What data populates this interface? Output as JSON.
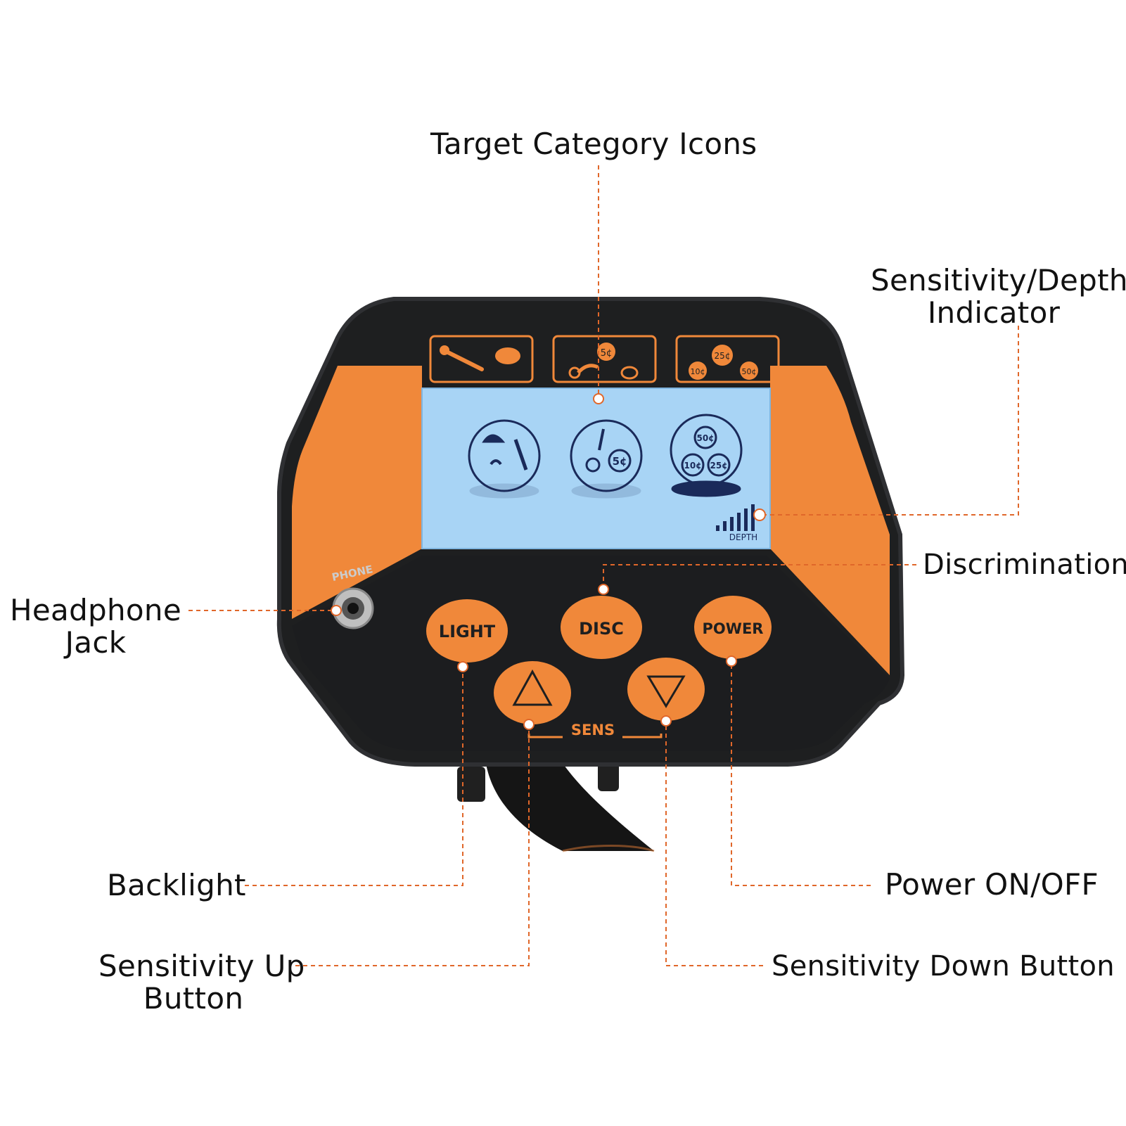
{
  "colors": {
    "accent": "#f0883a",
    "body": "#1e1f20",
    "body_edge": "#2c2d2f",
    "lcd": "#a8d4f5",
    "lcd_ink": "#1a2a5a",
    "leader": "#e0672a"
  },
  "callouts": {
    "target_category_icons": "Target Category Icons",
    "sensitivity_depth_line1": "Sensitivity/Depth",
    "sensitivity_depth_line2": "Indicator",
    "discrimination": "Discrimination",
    "headphone_line1": "Headphone",
    "headphone_line2": "Jack",
    "backlight": "Backlight",
    "power_onoff": "Power ON/OFF",
    "sens_up_line1": "Sensitivity Up",
    "sens_up_line2": "Button",
    "sens_down": "Sensitivity Down Button"
  },
  "device": {
    "phone_label": "PHONE",
    "sens_label": "SENS",
    "depth_label": "DEPTH",
    "buttons": {
      "light": "LIGHT",
      "disc": "DISC",
      "power": "POWER"
    },
    "coin_labels": {
      "top_5": "5¢",
      "top_25": "25¢",
      "top_10": "10¢",
      "top_50": "50¢",
      "lcd_5": "5¢",
      "lcd_50": "50¢",
      "lcd_10": "10¢",
      "lcd_25": "25¢"
    },
    "depth_bar_count": 6
  }
}
